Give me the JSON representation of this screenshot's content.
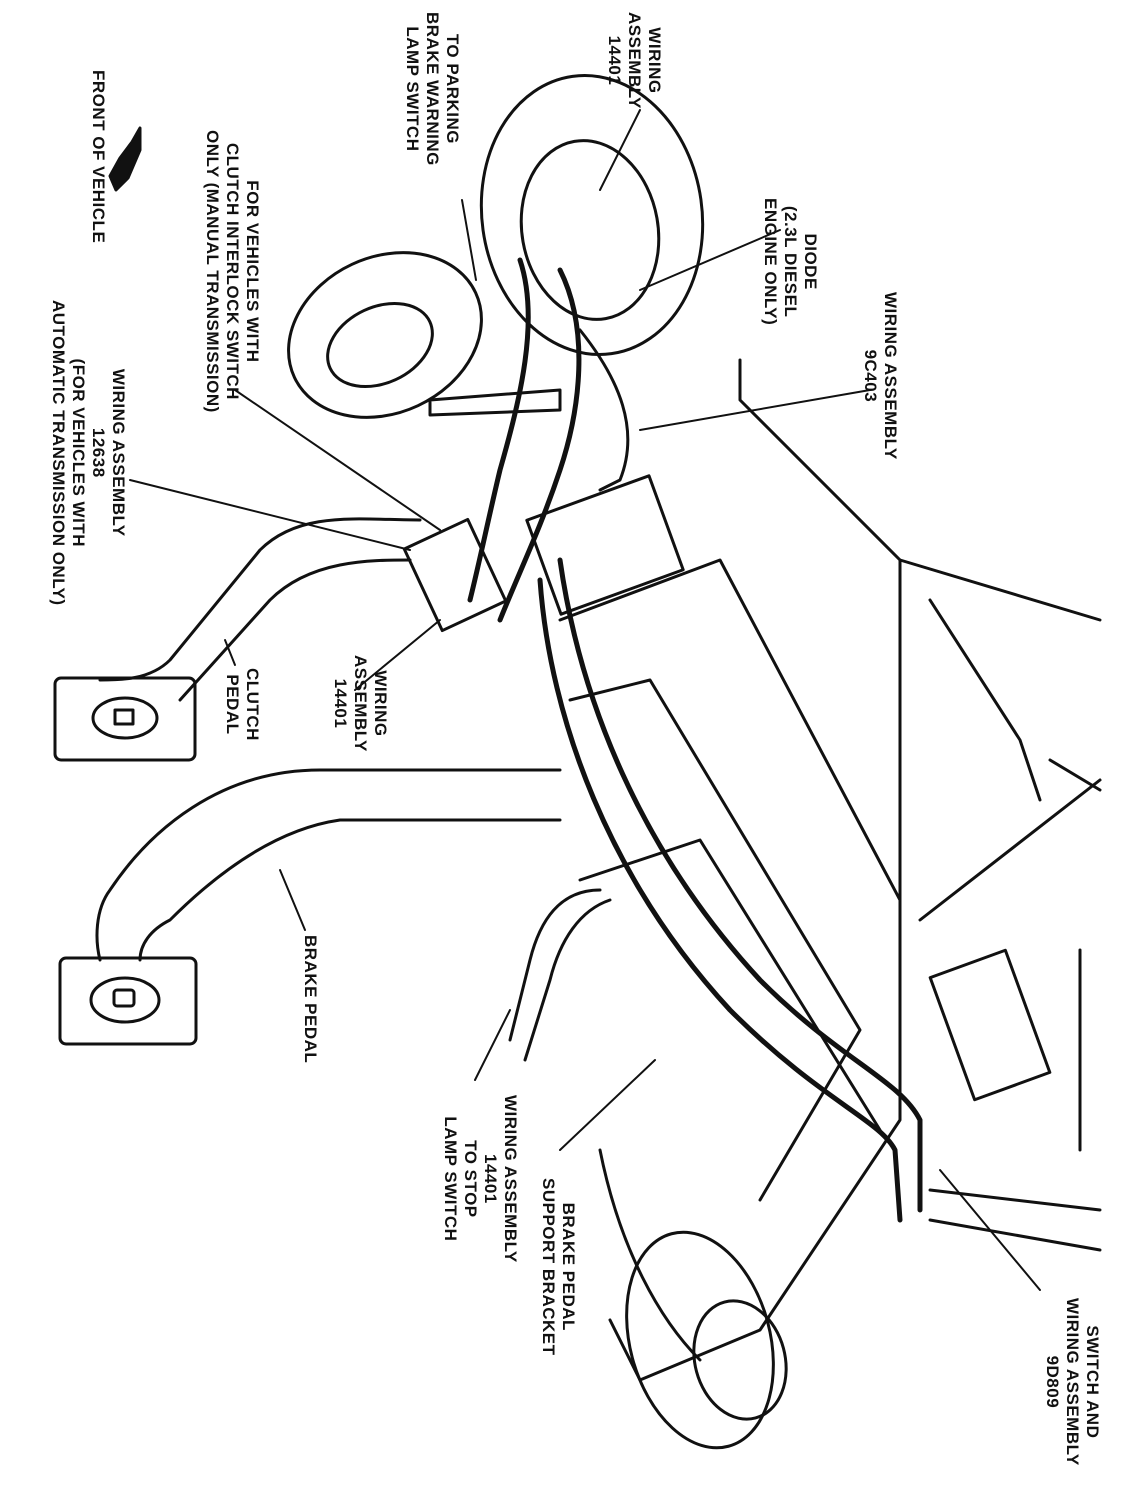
{
  "labels": {
    "front_of_vehicle": "FRONT OF VEHICLE",
    "clutch_interlock": "FOR VEHICLES WITH\nCLUTCH INTERLOCK SWITCH\nONLY (MANUAL TRANSMISSION)",
    "parking_brake": "TO PARKING\nBRAKE WARNING\nLAMP SWITCH",
    "wiring_14401_top": "WIRING\nASSEMBLY\n14401",
    "diode": "DIODE\n(2.3L DIESEL\nENGINE ONLY)",
    "wiring_9c403": "WIRING ASSEMBLY\n9C403",
    "wiring_12638": "WIRING ASSEMBLY\n12638\n(FOR VEHICLES WITH\nAUTOMATIC TRANSMISSION ONLY)",
    "clutch_pedal": "CLUTCH\nPEDAL",
    "wiring_14401_mid": "WIRING\nASSEMBLY\n14401",
    "brake_pedal": "BRAKE PEDAL",
    "wiring_14401_stop": "WIRING ASSEMBLY\n14401\nTO STOP\nLAMP SWITCH",
    "brake_pedal_bracket": "BRAKE PEDAL\nSUPPORT BRACKET",
    "switch_wiring_9d809": "SWITCH AND\nWIRING ASSEMBLY\n9D809"
  }
}
